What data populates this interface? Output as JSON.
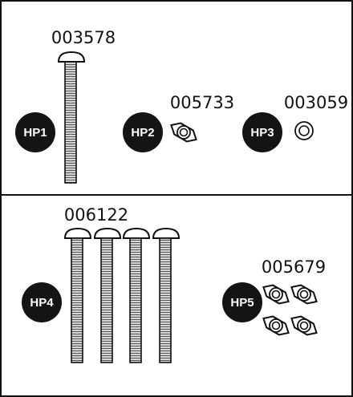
{
  "colors": {
    "ink": "#111111",
    "badge": "#141414",
    "thread_fill": "#d6d6d6",
    "paper": "#ffffff"
  },
  "panels": [
    {
      "parts": [
        {
          "tag": "HP1",
          "part_number": "003578",
          "type": "carriage-bolt",
          "quantity": 1
        },
        {
          "tag": "HP2",
          "part_number": "005733",
          "type": "lock-nut",
          "quantity": 1
        },
        {
          "tag": "HP3",
          "part_number": "003059",
          "type": "flat-washer",
          "quantity": 1
        }
      ]
    },
    {
      "parts": [
        {
          "tag": "HP4",
          "part_number": "006122",
          "type": "carriage-bolt",
          "quantity": 4
        },
        {
          "tag": "HP5",
          "part_number": "005679",
          "type": "lock-nut",
          "quantity": 4
        }
      ]
    }
  ]
}
